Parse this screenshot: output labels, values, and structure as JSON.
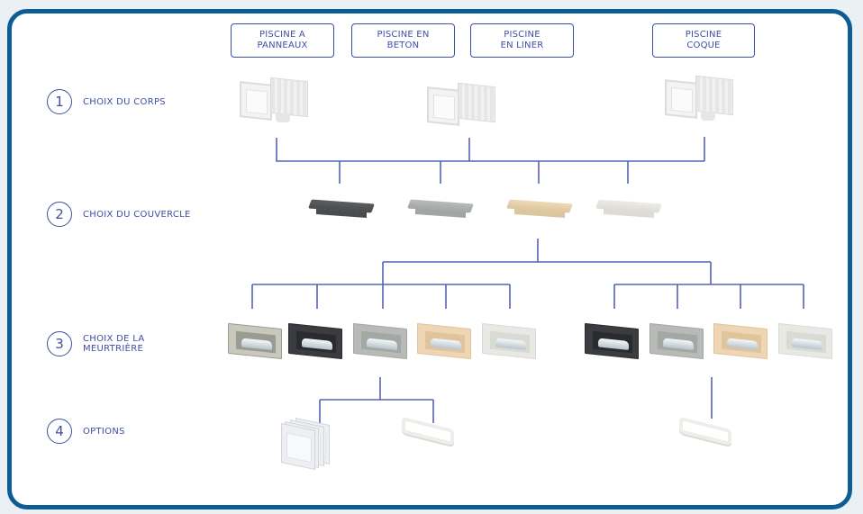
{
  "diagram": {
    "pool_types": [
      {
        "label": "PISCINE A\nPANNEAUX"
      },
      {
        "label": "PISCINE EN\nBETON"
      },
      {
        "label": "PISCINE\nEN LINER"
      },
      {
        "label": "PISCINE\nCOQUE"
      }
    ],
    "steps": [
      {
        "number": "1",
        "label": "CHOIX DU CORPS"
      },
      {
        "number": "2",
        "label": "CHOIX DU COUVERCLE"
      },
      {
        "number": "3",
        "label": "CHOIX DE LA\nMEURTRIÈRE"
      },
      {
        "number": "4",
        "label": "OPTIONS"
      }
    ],
    "bodies": [
      {
        "name": "skimmer-body-panneaux"
      },
      {
        "name": "skimmer-body-beton-liner"
      },
      {
        "name": "skimmer-body-coque"
      }
    ],
    "lids": [
      {
        "color": "anthracite",
        "hex": "#5c5d5f",
        "base": "#4a4b4d"
      },
      {
        "color": "gris",
        "hex": "#b9bbbb",
        "base": "#a2a5a5"
      },
      {
        "color": "sable",
        "hex": "#eed9b6",
        "base": "#dcc6a0"
      },
      {
        "color": "blanc",
        "hex": "#ecebe7",
        "base": "#dcdbd6"
      }
    ],
    "weirs_group_a": [
      {
        "color": "inox-beige",
        "hex": "#c9c8bc",
        "inner": "#9a9c92"
      },
      {
        "color": "anthracite",
        "hex": "#3b3c40",
        "inner": "#2a2b2e"
      },
      {
        "color": "gris",
        "hex": "#b7bab7",
        "inner": "#a4a8a5"
      },
      {
        "color": "sable",
        "hex": "#eed5b3",
        "inner": "#e0c49c"
      },
      {
        "color": "blanc",
        "hex": "#e8e8e4",
        "inner": "#dadad5"
      }
    ],
    "weirs_group_b": [
      {
        "color": "anthracite",
        "hex": "#3b3c40",
        "inner": "#2a2b2e"
      },
      {
        "color": "gris",
        "hex": "#b7bab7",
        "inner": "#a4a8a5"
      },
      {
        "color": "sable",
        "hex": "#eed5b3",
        "inner": "#e0c49c"
      },
      {
        "color": "blanc",
        "hex": "#e8e8e4",
        "inner": "#dadad5"
      }
    ],
    "options": [
      {
        "name": "extension-rehausse"
      },
      {
        "name": "adapter-ring"
      },
      {
        "name": "adapter-ring"
      }
    ],
    "colors": {
      "frame": "#0d5c95",
      "accent": "#3d4fa3",
      "connector": "#5563b8",
      "background": "#eaf0f3"
    }
  }
}
